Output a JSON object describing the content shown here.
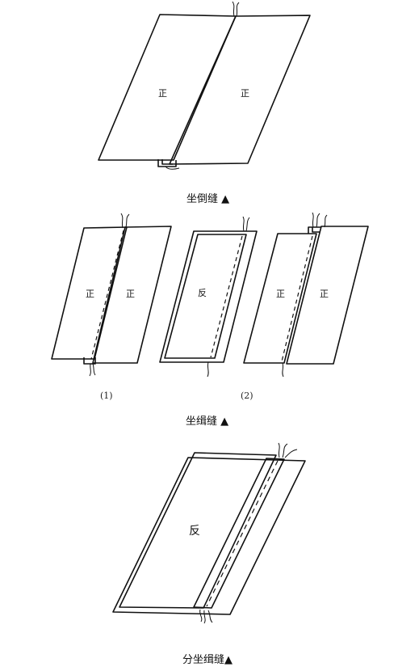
{
  "figures": [
    {
      "caption": "坐倒缝 ▲",
      "panels": [
        {
          "labels": [
            "正",
            "正"
          ]
        }
      ]
    },
    {
      "caption": "坐缉缝 ▲",
      "panels": [
        {
          "labels": [
            "正",
            "正"
          ],
          "sublabel": ""
        },
        {
          "labels": [
            "反"
          ],
          "sublabel": "(1)"
        },
        {
          "labels": [
            "正",
            "正"
          ],
          "sublabel": "(2)"
        }
      ]
    },
    {
      "caption": "分坐缉缝▲",
      "panels": [
        {
          "labels": [
            "反"
          ]
        }
      ]
    }
  ]
}
